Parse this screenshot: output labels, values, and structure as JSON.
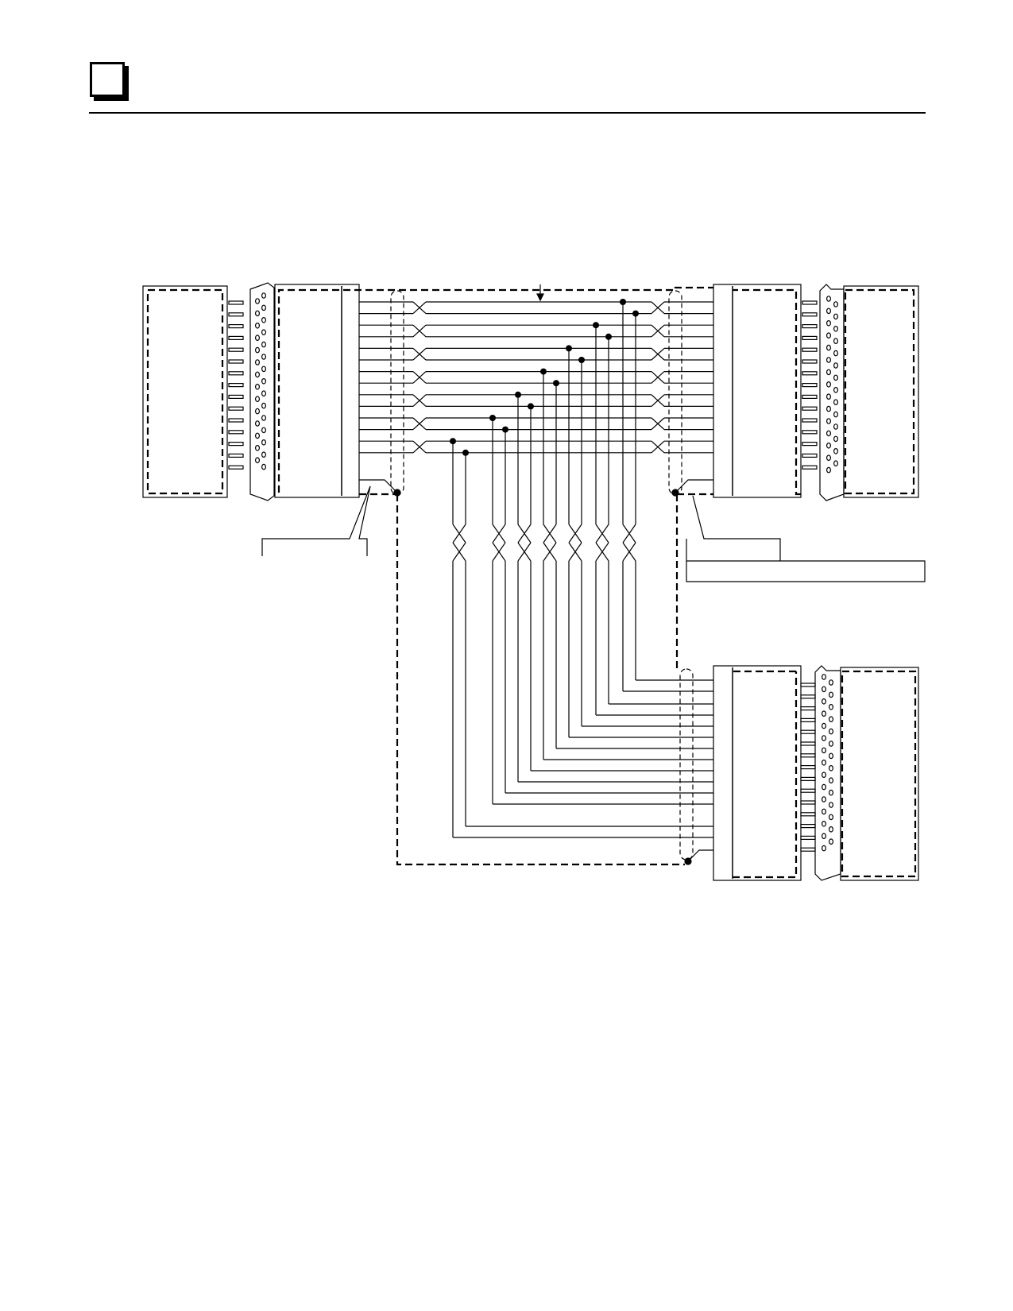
{
  "page": {
    "chapter_tab": "",
    "title": ""
  },
  "diagram": {
    "kind": "twisted-pair shielded Y-cable wiring diagram",
    "connectors": [
      "top-left",
      "top-right",
      "bottom-right"
    ],
    "pin_count": 15,
    "twisted_pairs": 7,
    "colors": {
      "line": "#000000",
      "background": "#ffffff"
    },
    "labels": []
  }
}
